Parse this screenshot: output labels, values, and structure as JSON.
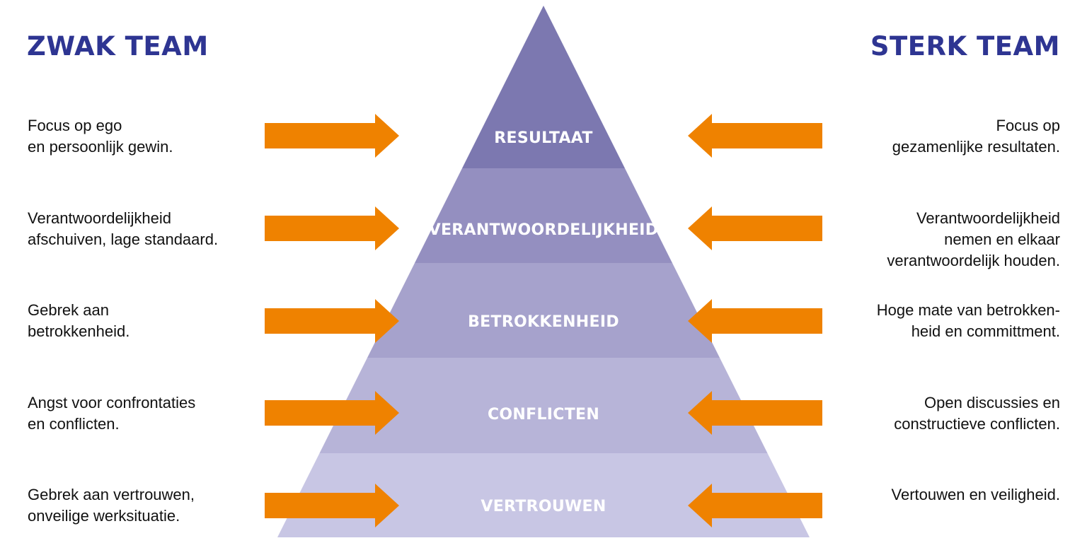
{
  "headers": {
    "left": "ZWAK TEAM",
    "right": "STERK TEAM"
  },
  "colors": {
    "heading": "#2e3592",
    "arrow": "#ef8200",
    "levels": [
      "#7c78b0",
      "#948fc0",
      "#a6a2cc",
      "#b7b4d8",
      "#c8c6e4"
    ]
  },
  "levels": [
    {
      "label": "RESULTAAT",
      "weak": "Focus op ego\nen persoonlijk gewin.",
      "strong": "Focus op\ngezamenlijke resultaten."
    },
    {
      "label": "VERANTWOORDELIJKHEID",
      "weak": "Verantwoordelijkheid\nafschuiven, lage standaard.",
      "strong": "Verantwoordelijkheid\nnemen en elkaar\nverantwoordelijk houden."
    },
    {
      "label": "BETROKKENHEID",
      "weak": "Gebrek aan\nbetrokkenheid.",
      "strong": "Hoge mate van betrokken-\nheid en committment."
    },
    {
      "label": "CONFLICTEN",
      "weak": "Angst voor confrontaties\nen conflicten.",
      "strong": "Open discussies en\nconstructieve conflicten."
    },
    {
      "label": "VERTROUWEN",
      "weak": "Gebrek aan vertrouwen,\nonveilige werksituatie.",
      "strong": "Vertouwen en veiligheid."
    }
  ]
}
